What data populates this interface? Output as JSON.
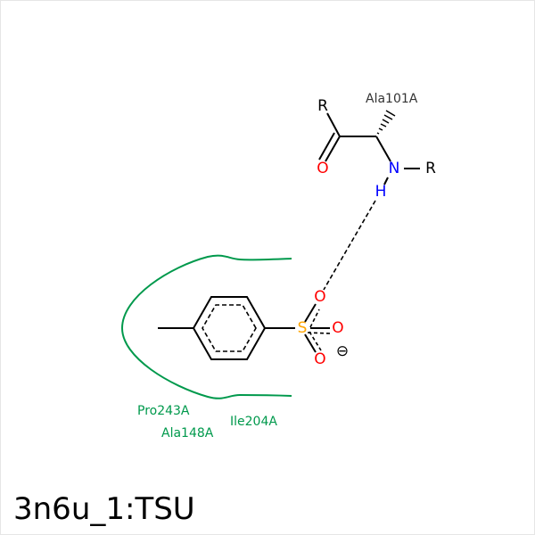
{
  "title": "3n6u_1:TSU",
  "residues": {
    "ala101": "Ala101A",
    "pro243": "Pro243A",
    "ala148": "Ala148A",
    "ile204": "Ile204A"
  },
  "atoms": {
    "r1": "R",
    "o_carbonyl": "O",
    "n": "N",
    "h": "H",
    "r2": "R",
    "s": "S",
    "o1": "O",
    "o2": "O",
    "o3": "O",
    "charge": "⊖"
  },
  "colors": {
    "oxygen": "#ff0000",
    "nitrogen": "#0000ff",
    "sulfur": "#ffa500",
    "hydrophobic": "#00994c",
    "bond": "#000000"
  }
}
